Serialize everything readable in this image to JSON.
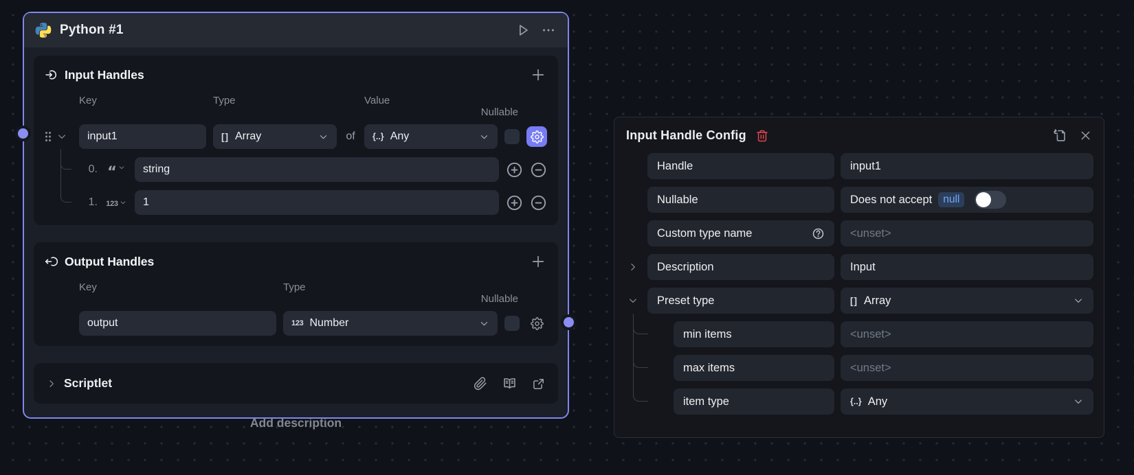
{
  "node": {
    "title": "Python #1",
    "input_handles": {
      "title": "Input Handles",
      "columns": {
        "key": "Key",
        "type": "Type",
        "value": "Value",
        "nullable": "Nullable"
      },
      "row": {
        "key": "input1",
        "type_glyph": "[]",
        "type_label": "Array",
        "of_label": "of",
        "value_glyph": "{..}",
        "value_label": "Any"
      },
      "items": [
        {
          "index": "0.",
          "kind_glyph": "“",
          "value": "string"
        },
        {
          "index": "1.",
          "kind_glyph": "123",
          "value": "1"
        }
      ]
    },
    "output_handles": {
      "title": "Output Handles",
      "columns": {
        "key": "Key",
        "type": "Type",
        "nullable": "Nullable"
      },
      "row": {
        "key": "output",
        "type_glyph": "123",
        "type_label": "Number"
      }
    },
    "scriptlet": {
      "title": "Scriptlet"
    }
  },
  "canvas": {
    "add_description": "Add description"
  },
  "panel": {
    "title": "Input Handle Config",
    "rows": {
      "handle": {
        "label": "Handle",
        "value": "input1"
      },
      "nullable": {
        "label": "Nullable",
        "text": "Does not accept",
        "badge": "null"
      },
      "custom_type": {
        "label": "Custom type name",
        "help": "?",
        "value": "<unset>"
      },
      "description": {
        "label": "Description",
        "value": "Input"
      },
      "preset_type": {
        "label": "Preset type",
        "glyph": "[]",
        "value": "Array"
      },
      "min_items": {
        "label": "min items",
        "value": "<unset>"
      },
      "max_items": {
        "label": "max items",
        "value": "<unset>"
      },
      "item_type": {
        "label": "item type",
        "glyph": "{..}",
        "value": "Any"
      }
    }
  }
}
